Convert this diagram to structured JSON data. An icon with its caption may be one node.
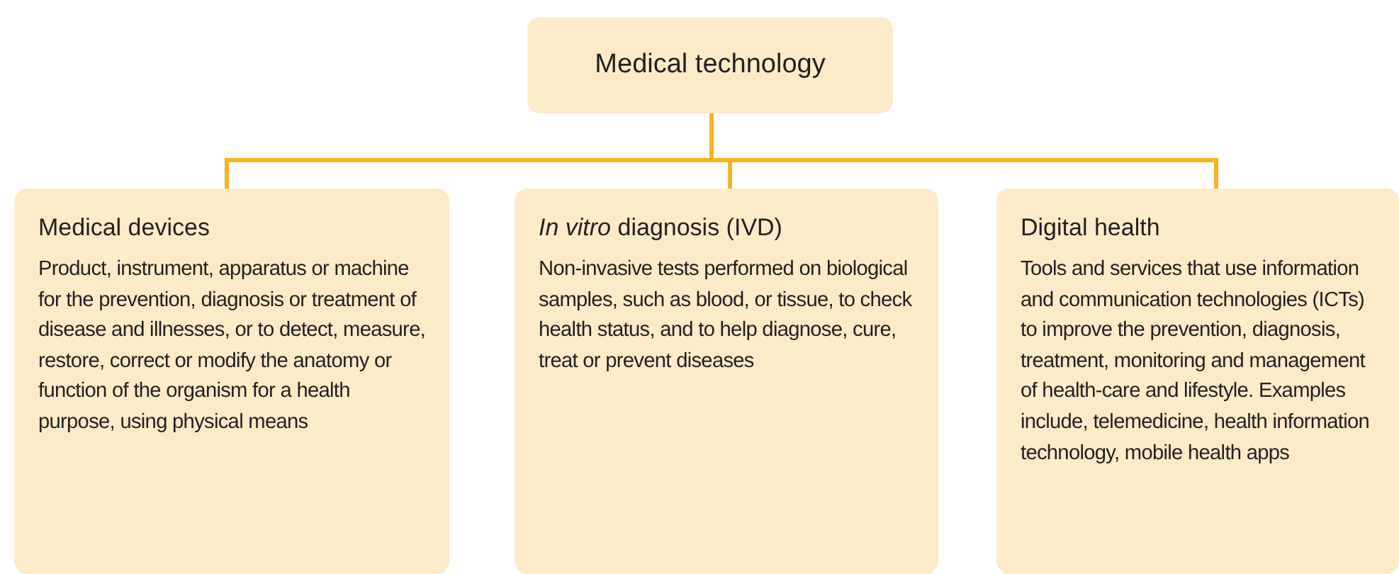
{
  "diagram": {
    "nodes": [
      {
        "text": [
          "Medical technology"
        ]
      },
      {
        "text": [
          "Medical devices",
          "Product, instrument, apparatus or machine for the prevention, diagnosis or treatment of disease and illnesses, or to detect, measure, restore, correct or modify the anatomy or function of the organism for a health purpose, using physical means"
        ]
      },
      {
        "text": [
          "*In vitro* diagnosis (IVD)",
          "Non-invasive tests performed on biological samples, such as blood, or tissue, to check health status, and to help diagnose, cure, treat or prevent diseases"
        ]
      },
      {
        "text": [
          "Digital health",
          "Tools and services that use information and communication technologies (ICTs) to improve the prevention, diagnosis, treatment, monitoring and management of health-care and lifestyle. Examples include, telemedicine, health information technology, mobile health apps"
        ]
      }
    ],
    "edges": [
      {
        "from": 0,
        "to": 1,
        "arrow": "none"
      },
      {
        "from": 0,
        "to": 2,
        "arrow": "none"
      },
      {
        "from": 0,
        "to": 3,
        "arrow": "none"
      }
    ]
  }
}
